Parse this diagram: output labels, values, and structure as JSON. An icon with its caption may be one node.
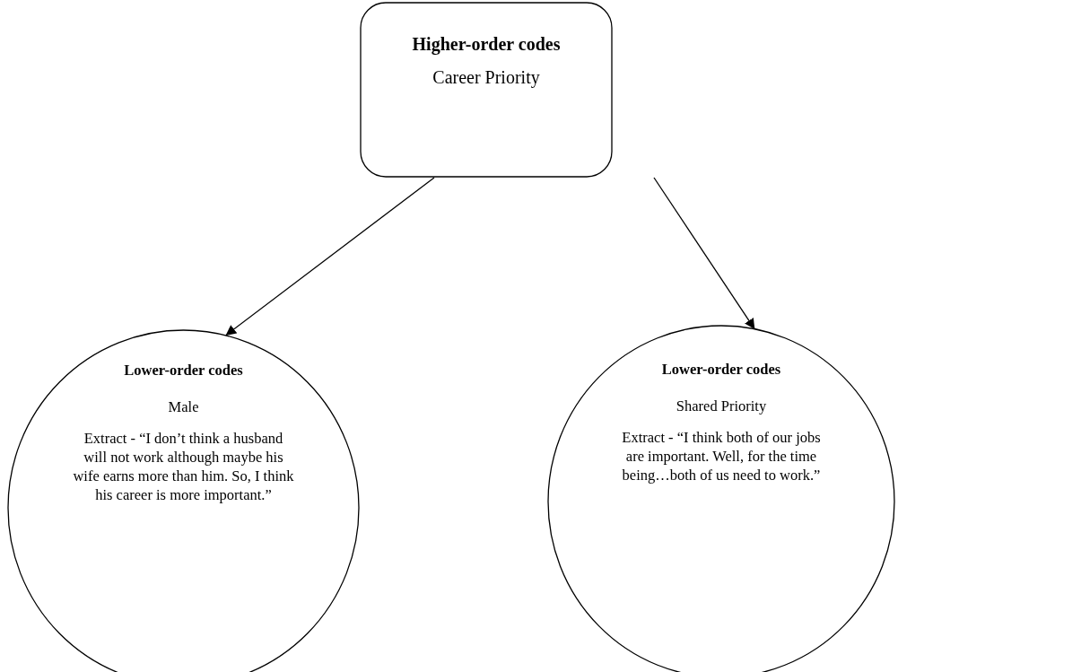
{
  "diagram": {
    "nodes": [
      {
        "text": [
          "Higher-order codes",
          "Career Priority"
        ]
      },
      {
        "text": [
          "Lower-order codes",
          "Male",
          "Extract - “I don’t think a husband will not work although maybe his wife earns more than him. So, I think his career is more important.”"
        ]
      },
      {
        "text": [
          "Lower-order codes",
          "Shared Priority",
          "Extract - “I think both of our jobs are important. Well, for the time being…both of us need to work.”"
        ]
      }
    ],
    "edges": [
      {
        "from": 0,
        "to": 1,
        "arrow": "to"
      },
      {
        "from": 0,
        "to": 2,
        "arrow": "to"
      }
    ]
  }
}
